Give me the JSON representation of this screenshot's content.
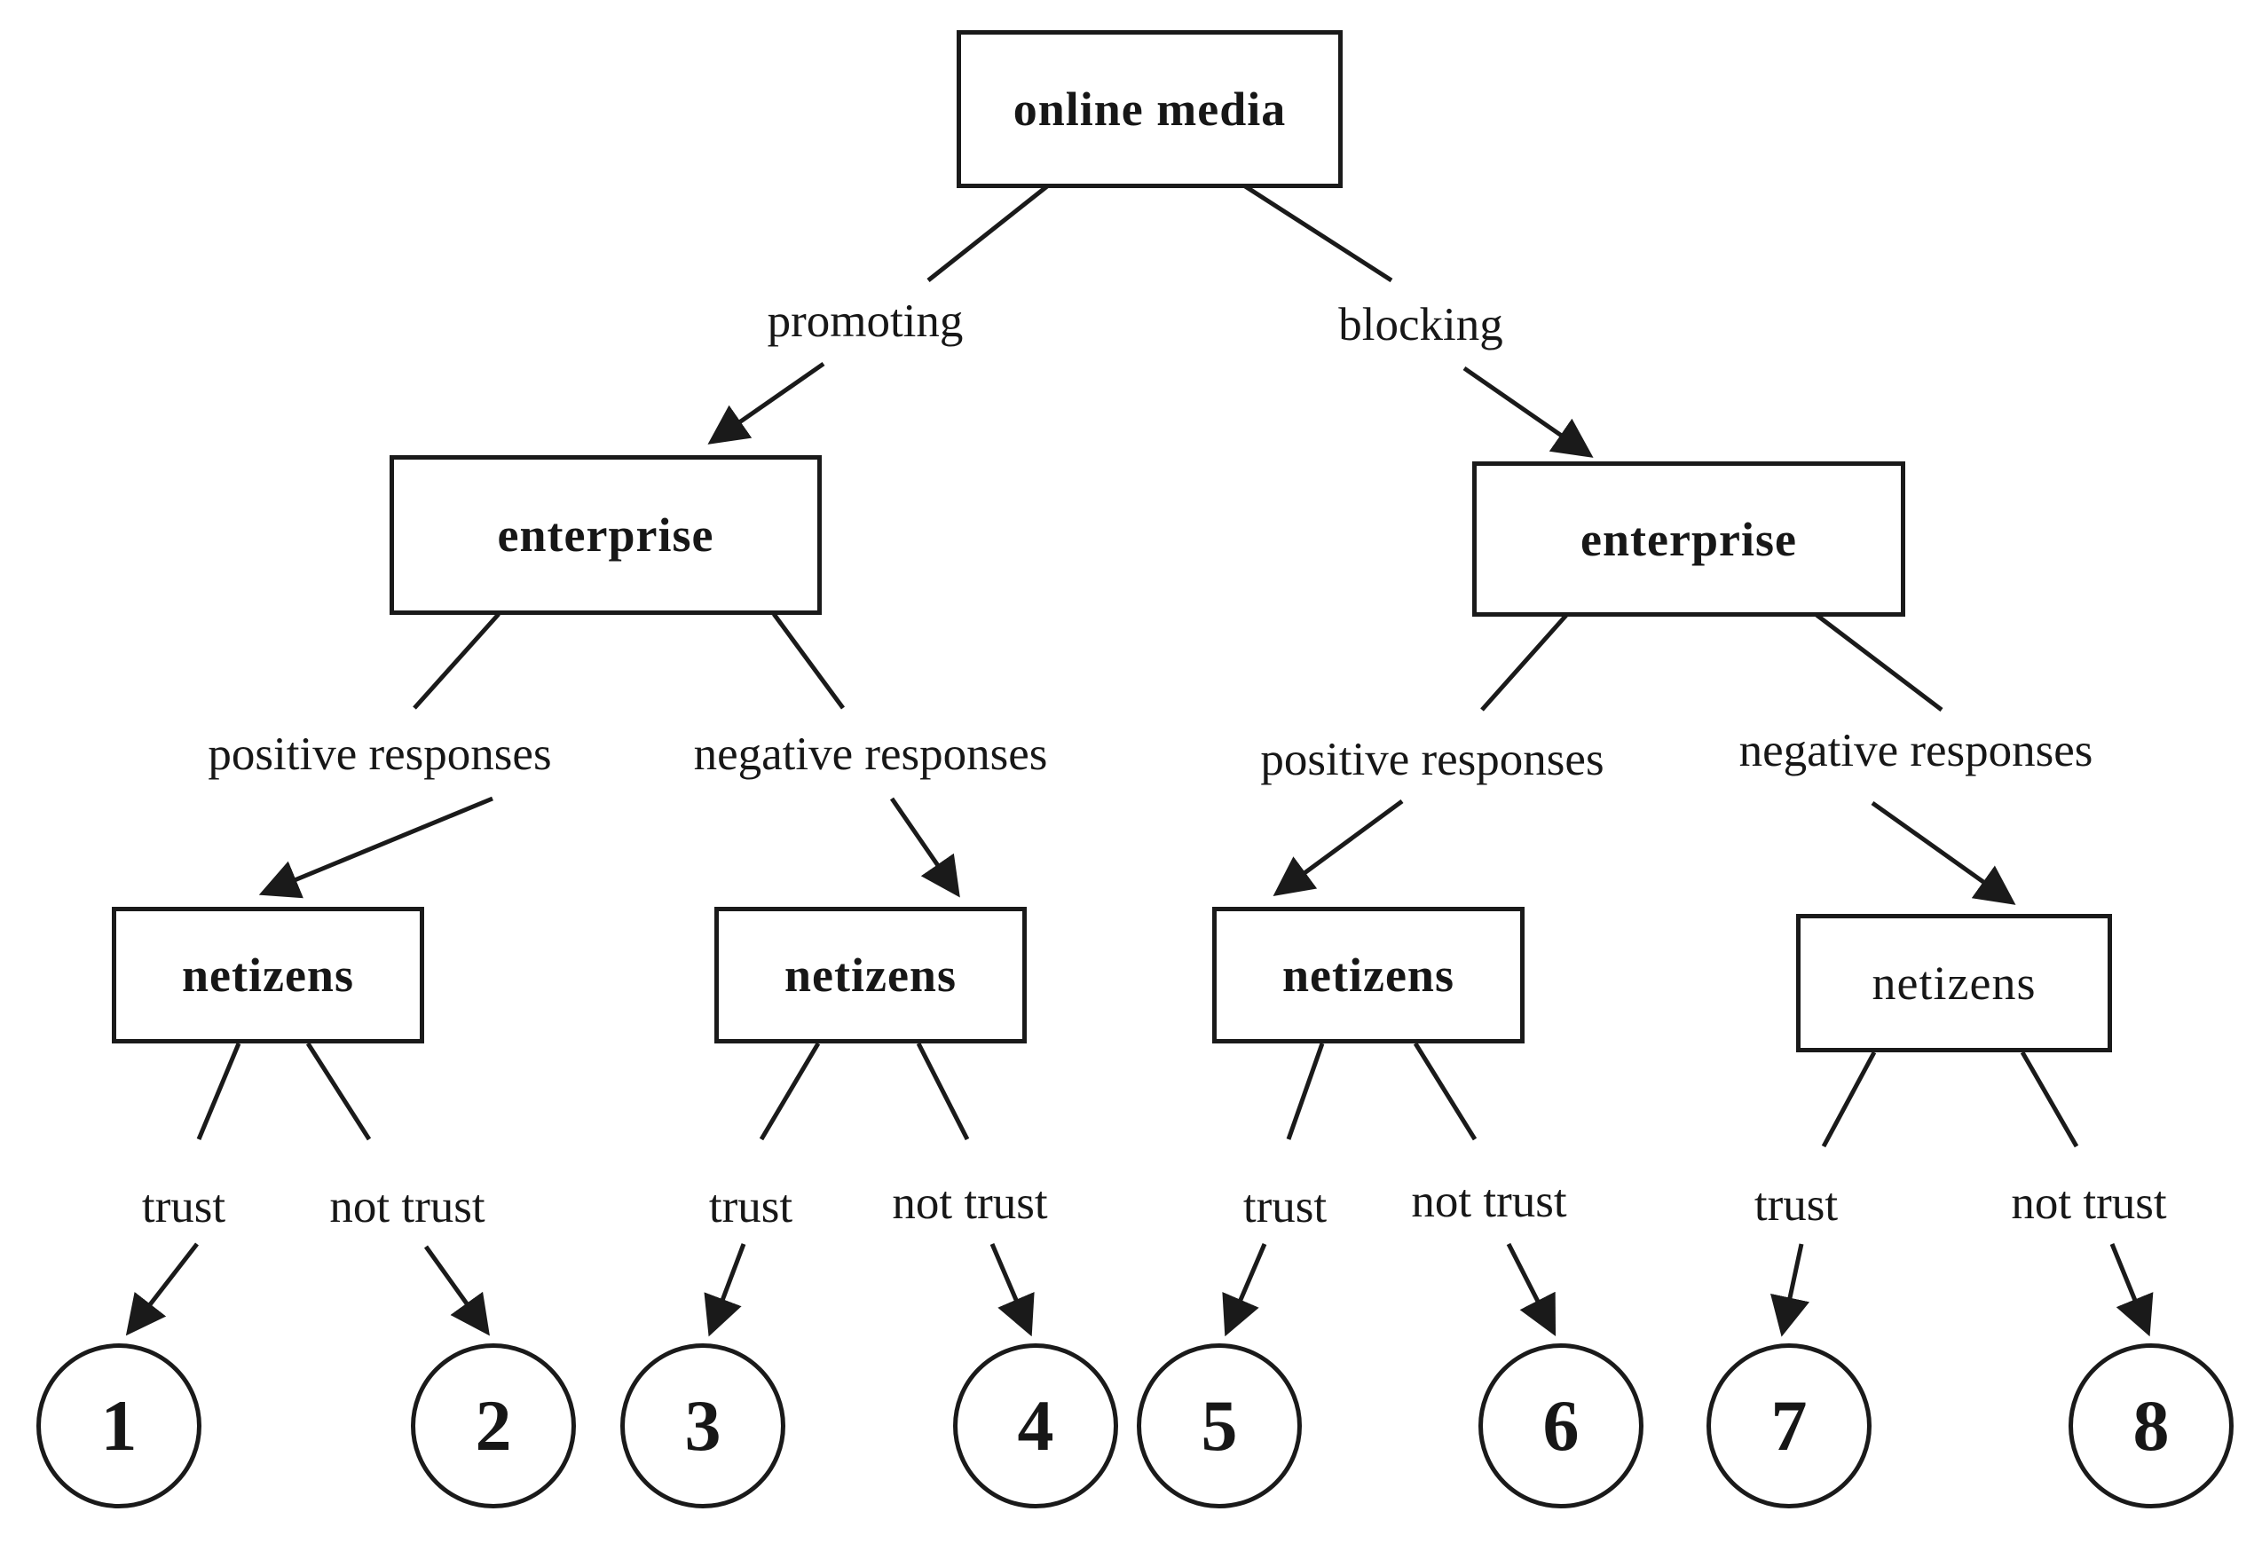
{
  "figure": {
    "kind": "decision-tree-diagram",
    "background_color": "#ffffff",
    "line_color": "#1a1a1a",
    "text_color": "#171717"
  },
  "tree": {
    "root": {
      "label": "online media"
    },
    "level1": [
      {
        "edge": "promoting",
        "node": "enterprise"
      },
      {
        "edge": "blocking",
        "node": "enterprise"
      }
    ],
    "level2": [
      {
        "edge": "positive responses",
        "node": "netizens"
      },
      {
        "edge": "negative responses",
        "node": "netizens"
      },
      {
        "edge": "positive responses",
        "node": "netizens"
      },
      {
        "edge": "negative responses",
        "node": "netizens"
      }
    ],
    "level3": [
      {
        "edge": "trust",
        "leaf": "1"
      },
      {
        "edge": "not trust",
        "leaf": "2"
      },
      {
        "edge": "trust",
        "leaf": "3"
      },
      {
        "edge": "not trust",
        "leaf": "4"
      },
      {
        "edge": "trust",
        "leaf": "5"
      },
      {
        "edge": "not trust",
        "leaf": "6"
      },
      {
        "edge": "trust",
        "leaf": "7"
      },
      {
        "edge": "not trust",
        "leaf": "8"
      }
    ]
  }
}
